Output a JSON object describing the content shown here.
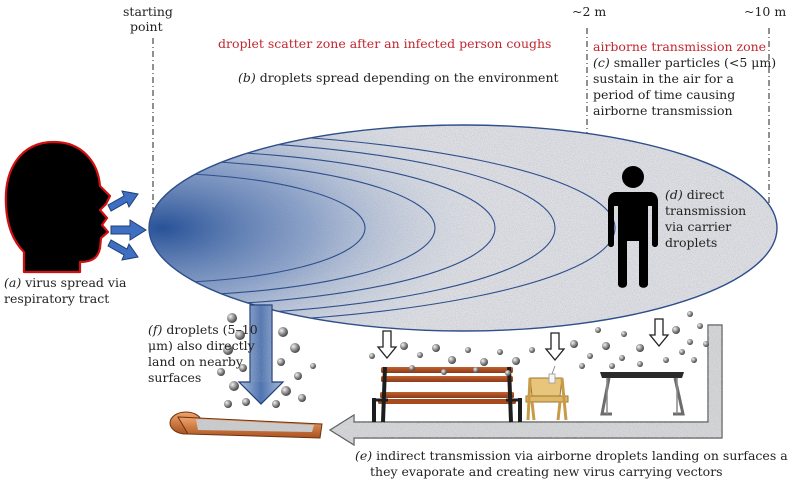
{
  "labels": {
    "starting_point_1": "starting",
    "starting_point_2": "point",
    "dist_2m": "~2 m",
    "dist_10m": "~10 m",
    "scatter_zone": "droplet scatter zone after an infected person coughs",
    "airborne_zone": "airborne transmission zone",
    "b_tag": "(b)",
    "b_text": " droplets spread depending on the environment",
    "c_tag": "(c)",
    "c_line1": " smaller particles (<5 μm)",
    "c_line2": "sustain in the air for a",
    "c_line3": "period of time causing",
    "c_line4": "airborne transmission",
    "d_tag": "(d)",
    "d_line1": " direct",
    "d_line2": "transmission",
    "d_line3": "via carrier",
    "d_line4": "droplets",
    "a_tag": "(a)",
    "a_line1": " virus spread via",
    "a_line2": "respiratory tract",
    "f_tag": "(f)",
    "f_line1": " droplets (5–10",
    "f_line2": "μm) also directly",
    "f_line3": "land on nearby",
    "f_line4": "surfaces",
    "e_tag": "(e)",
    "e_line1": " indirect transmission via airborne droplets landing on surfaces as",
    "e_line2": "they evaporate and creating new virus carrying vectors"
  },
  "icons": {
    "head": "head-silhouette-icon",
    "person": "person-silhouette-icon",
    "bench": "park-bench-icon",
    "chair": "wooden-chair-icon",
    "table": "table-icon",
    "door_handle": "door-handle-icon",
    "cough_arrows": "cough-arrows-icon"
  },
  "colors": {
    "red_label": "#c2262e",
    "ellipse_outline": "#2e4f8c",
    "droplet_blue": "#3a5fa0"
  }
}
